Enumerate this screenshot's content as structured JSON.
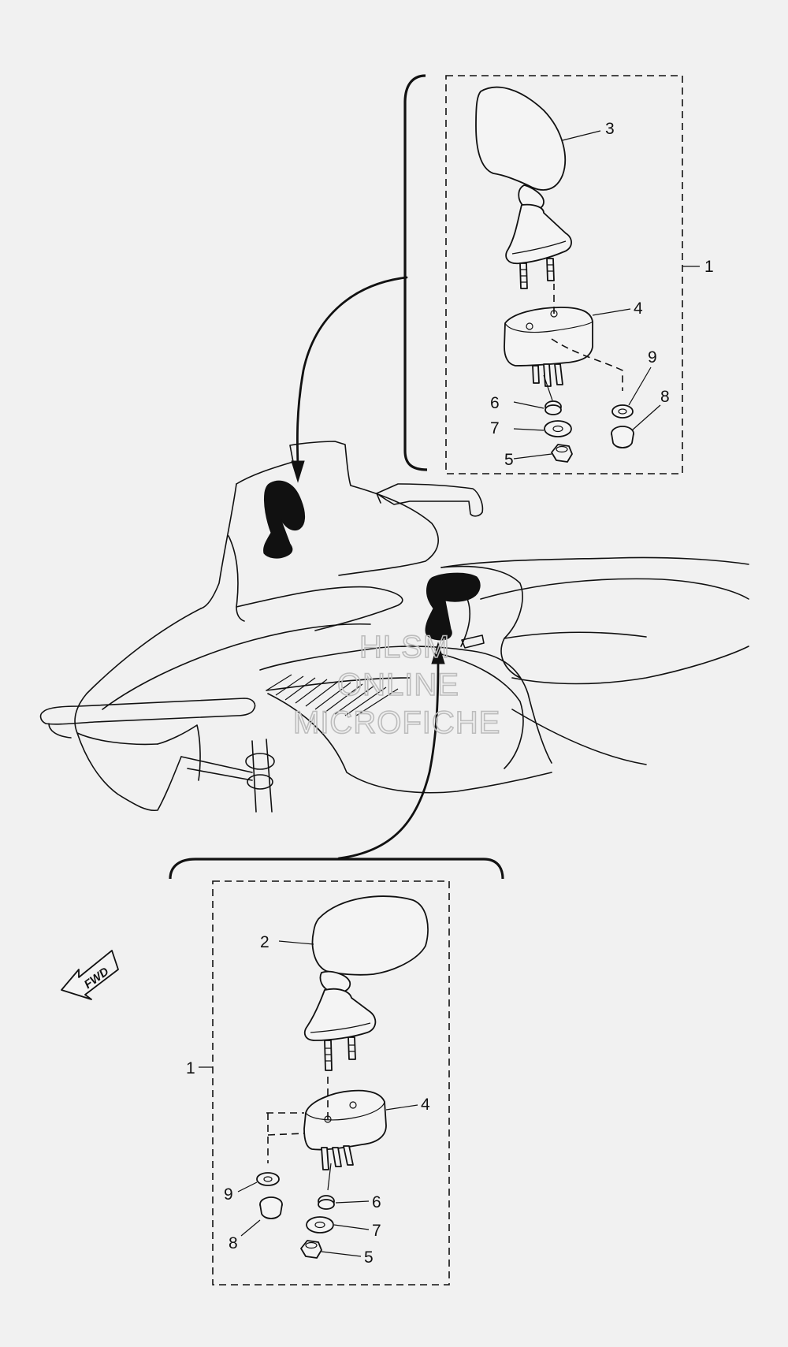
{
  "watermark": {
    "line1": "HLSM",
    "line2": "ONLINE",
    "line3": "MICROFICHE"
  },
  "direction_arrow": {
    "label": "FWD"
  },
  "callouts": {
    "upper_assembly": "1",
    "lower_assembly": "1",
    "left_mirror": "2",
    "right_mirror": "3",
    "upper_base": "4",
    "lower_base": "4",
    "upper_nut_5": "5",
    "lower_nut_5": "5",
    "upper_nut_6": "6",
    "lower_nut_6": "6",
    "upper_washer_7": "7",
    "lower_washer_7": "7",
    "upper_nut_8": "8",
    "lower_nut_8": "8",
    "upper_washer_9": "9",
    "lower_washer_9": "9"
  },
  "icons": [
    "fwd-arrow-icon"
  ]
}
